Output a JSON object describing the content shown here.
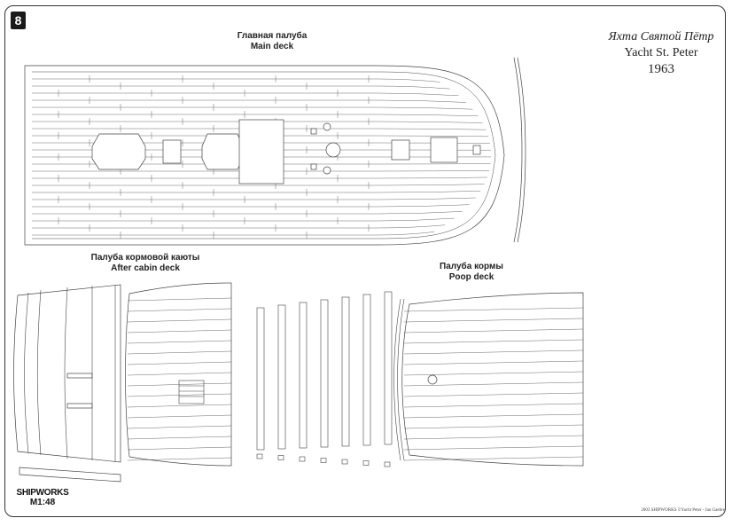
{
  "page_number": "8",
  "title": {
    "russian": "Яхта Святой Пётр",
    "english": "Yacht St. Peter",
    "year": "1963"
  },
  "labels": {
    "main_deck_ru": "Главная палуба",
    "main_deck_en": "Main deck",
    "after_cabin_ru": "Палуба кормовой каюты",
    "after_cabin_en": "After cabin deck",
    "poop_ru": "Палуба кормы",
    "poop_en": "Poop deck"
  },
  "logo": {
    "name": "SHIPWORKS",
    "scale": "M1:48"
  },
  "copyright": "2003 SHIPWORKS ©Yacht Peter - Jan Gaebre"
}
